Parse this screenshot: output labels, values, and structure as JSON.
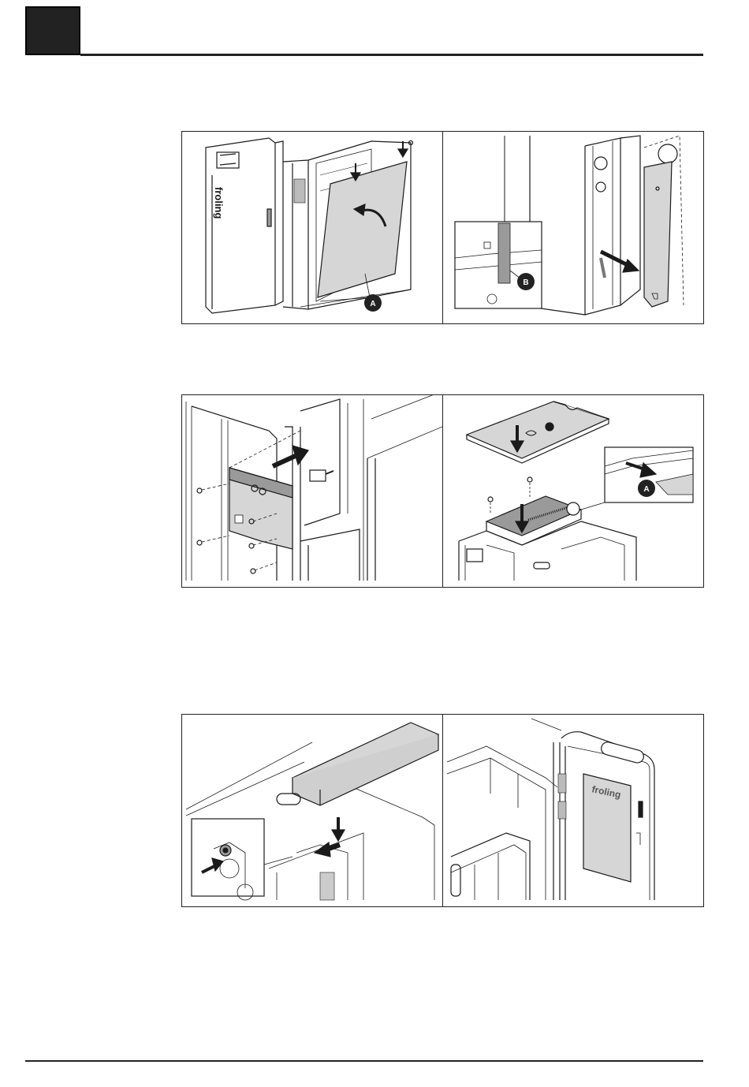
{
  "callouts": {
    "fig1_left": "A",
    "fig1_right": "B",
    "fig2_right": "A"
  },
  "logos": {
    "fig1_boiler": "froling",
    "fig3_door": "froling"
  },
  "colors": {
    "line": "#1a1a1a",
    "panel_fill": "#d6d6d6",
    "dark_fill": "#9a9a9a",
    "callout": "#222222"
  }
}
